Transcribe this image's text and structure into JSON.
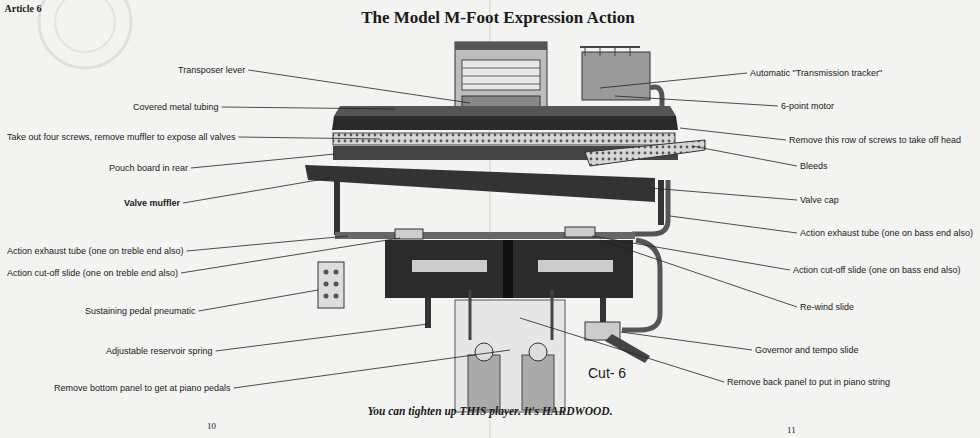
{
  "diagram": {
    "title": "The Model M-Foot Expression Action",
    "caption": "You can tighten up THIS player. It's HARDWOOD.",
    "labels": [
      "Article 6",
      "Transposer lever",
      "Automatic \"Transmission tracker\"",
      "6-point motor",
      "Covered metal tubing",
      "Take out four screws, remove muffler to expose all valves",
      "Remove this row of screws to take off head",
      "Pouch board in rear",
      "Bleeds",
      "Valve cap",
      "Valve muffler",
      "Action exhaust tube (one on bass end also)",
      "Action exhaust tube (one on treble end also)",
      "Action cut-off slide (one on bass end also)",
      "Action cut-off slide (one on treble end also)",
      "Re-wind slide",
      "Sustaining pedal pneumatic",
      "Governor and tempo slide",
      "Adjustable reservoir spring",
      "Remove back panel to put in piano string",
      "Remove bottom panel to get at piano pedals",
      "Cut- 6",
      "10",
      "11"
    ]
  }
}
